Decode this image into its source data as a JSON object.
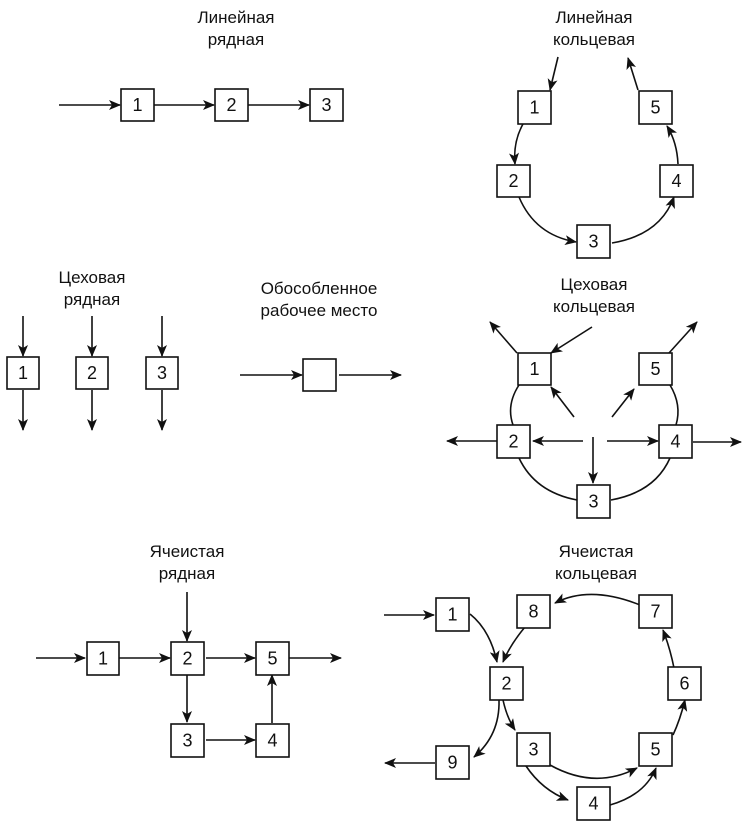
{
  "colors": {
    "ink": "#111111",
    "background": "#ffffff"
  },
  "diagrams": {
    "linear_row": {
      "title": [
        "Линейная",
        "рядная"
      ],
      "nodes": [
        "1",
        "2",
        "3"
      ],
      "flows": [
        [
          "in",
          "1"
        ],
        [
          "1",
          "2"
        ],
        [
          "2",
          "3"
        ]
      ]
    },
    "linear_ring": {
      "title": [
        "Линейная",
        "кольцевая"
      ],
      "nodes": [
        "1",
        "2",
        "3",
        "4",
        "5"
      ],
      "flows": [
        [
          "in",
          "1"
        ],
        [
          "1",
          "2"
        ],
        [
          "2",
          "3"
        ],
        [
          "3",
          "4"
        ],
        [
          "4",
          "5"
        ],
        [
          "5",
          "out"
        ]
      ]
    },
    "shop_row": {
      "title": [
        "Цеховая",
        "рядная"
      ],
      "nodes": [
        "1",
        "2",
        "3"
      ],
      "flows": [
        [
          "in",
          "1"
        ],
        [
          "1",
          "out"
        ],
        [
          "in",
          "2"
        ],
        [
          "2",
          "out"
        ],
        [
          "in",
          "3"
        ],
        [
          "3",
          "out"
        ]
      ]
    },
    "isolated_workplace": {
      "title": [
        "Обособленное",
        "рабочее место"
      ],
      "nodes": [
        ""
      ],
      "flows": [
        [
          "in",
          "node"
        ],
        [
          "node",
          "out"
        ]
      ]
    },
    "shop_ring": {
      "title": [
        "Цеховая",
        "кольцевая"
      ],
      "nodes": [
        "1",
        "2",
        "3",
        "4",
        "5"
      ],
      "flows": [
        [
          "in",
          "1"
        ],
        [
          "1",
          "out"
        ],
        [
          "center",
          "1"
        ],
        [
          "center",
          "2"
        ],
        [
          "center",
          "3"
        ],
        [
          "center",
          "4"
        ],
        [
          "center",
          "5"
        ],
        [
          "2",
          "out"
        ],
        [
          "4",
          "out"
        ],
        [
          "5",
          "out"
        ]
      ]
    },
    "cell_row": {
      "title": [
        "Ячеистая",
        "рядная"
      ],
      "nodes": [
        "1",
        "2",
        "3",
        "4",
        "5"
      ],
      "flows": [
        [
          "in",
          "1"
        ],
        [
          "1",
          "2"
        ],
        [
          "in",
          "2"
        ],
        [
          "2",
          "5"
        ],
        [
          "2",
          "3"
        ],
        [
          "3",
          "4"
        ],
        [
          "4",
          "5"
        ],
        [
          "5",
          "out"
        ]
      ]
    },
    "cell_ring": {
      "title": [
        "Ячеистая",
        "кольцевая"
      ],
      "nodes": [
        "1",
        "2",
        "3",
        "4",
        "5",
        "6",
        "7",
        "8",
        "9"
      ],
      "flows": [
        [
          "in",
          "1"
        ],
        [
          "1",
          "2"
        ],
        [
          "8",
          "2"
        ],
        [
          "2",
          "3"
        ],
        [
          "2",
          "9"
        ],
        [
          "9",
          "out"
        ],
        [
          "3",
          "5"
        ],
        [
          "3",
          "4"
        ],
        [
          "4",
          "5"
        ],
        [
          "5",
          "6"
        ],
        [
          "6",
          "7"
        ],
        [
          "7",
          "8"
        ]
      ]
    }
  }
}
